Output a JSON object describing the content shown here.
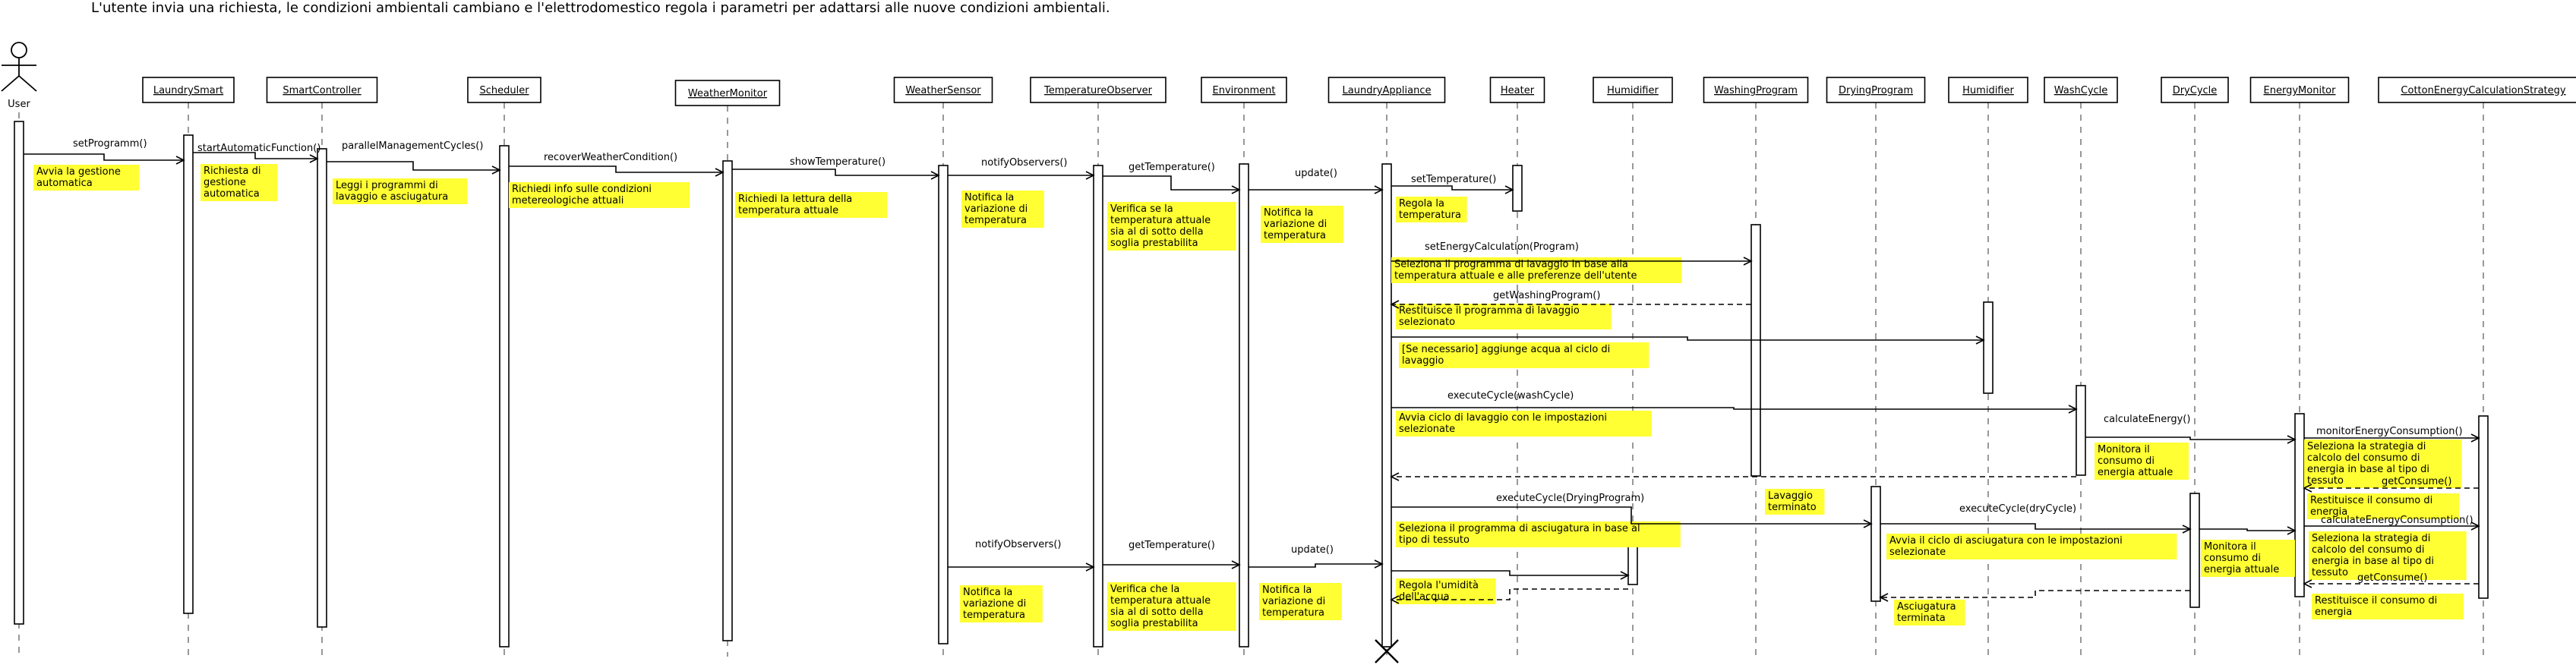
{
  "title": "L'utente invia una richiesta, le condizioni ambientali cambiano e l'elettrodomestico regola i parametri per adattarsi alle nuove condizioni ambientali.",
  "participants": [
    {
      "id": "user",
      "label": "User",
      "actor": true
    },
    {
      "id": "laundrysmart",
      "label": "LaundrySmart"
    },
    {
      "id": "smartcontroller",
      "label": "SmartController"
    },
    {
      "id": "scheduler",
      "label": "Scheduler"
    },
    {
      "id": "weathermonitor",
      "label": "WeatherMonitor"
    },
    {
      "id": "weathersensor",
      "label": "WeatherSensor"
    },
    {
      "id": "temperatureobserver",
      "label": "TemperatureObserver"
    },
    {
      "id": "environment",
      "label": "Environment"
    },
    {
      "id": "laundryappliance",
      "label": "LaundryAppliance"
    },
    {
      "id": "heater",
      "label": "Heater"
    },
    {
      "id": "humidifier1",
      "label": "Humidifier"
    },
    {
      "id": "washingprogram",
      "label": "WashingProgram"
    },
    {
      "id": "dryingprogram",
      "label": "DryingProgram"
    },
    {
      "id": "humidifier2",
      "label": "Humidifier"
    },
    {
      "id": "washcycle",
      "label": "WashCycle"
    },
    {
      "id": "drycycle",
      "label": "DryCycle"
    },
    {
      "id": "energymonitor",
      "label": "EnergyMonitor"
    },
    {
      "id": "cottonstrategy",
      "label": "CottonEnergyCalculationStrategy"
    }
  ],
  "messages": [
    {
      "from": "user",
      "to": "laundrysmart",
      "label": "setProgramm()",
      "dashed": false
    },
    {
      "from": "laundrysmart",
      "to": "smartcontroller",
      "label": "startAutomaticFunction()",
      "dashed": false
    },
    {
      "from": "smartcontroller",
      "to": "scheduler",
      "label": "parallelManagementCycles()",
      "dashed": false
    },
    {
      "from": "scheduler",
      "to": "weathermonitor",
      "label": "recoverWeatherCondition()",
      "dashed": false
    },
    {
      "from": "weathermonitor",
      "to": "weathersensor",
      "label": "showTemperature()",
      "dashed": false
    },
    {
      "from": "weathersensor",
      "to": "temperatureobserver",
      "label": "notifyObservers()",
      "dashed": false
    },
    {
      "from": "temperatureobserver",
      "to": "environment",
      "label": "getTemperature()",
      "dashed": false
    },
    {
      "from": "environment",
      "to": "laundryappliance",
      "label": "update()",
      "dashed": false
    },
    {
      "from": "laundryappliance",
      "to": "heater",
      "label": "setTemperature()",
      "dashed": false
    },
    {
      "from": "laundryappliance",
      "to": "washingprogram",
      "label": "setEnergyCalculation(Program)",
      "dashed": false
    },
    {
      "from": "washingprogram",
      "to": "laundryappliance",
      "label": "getWashingProgram()",
      "dashed": true
    },
    {
      "from": "laundryappliance",
      "to": "humidifier2",
      "label": "",
      "dashed": false
    },
    {
      "from": "laundryappliance",
      "to": "washcycle",
      "label": "executeCycle(washCycle)",
      "dashed": false
    },
    {
      "from": "washcycle",
      "to": "energymonitor",
      "label": "calculateEnergy()",
      "dashed": false
    },
    {
      "from": "energymonitor",
      "to": "cottonstrategy",
      "label": "monitorEnergyConsumption()",
      "dashed": false
    },
    {
      "from": "cottonstrategy",
      "to": "energymonitor",
      "label": "getConsume()",
      "dashed": true
    },
    {
      "from": "washcycle",
      "to": "laundryappliance",
      "label": "",
      "dashed": true
    },
    {
      "from": "laundryappliance",
      "to": "dryingprogram",
      "label": "executeCycle(DryingProgram)",
      "dashed": false
    },
    {
      "from": "dryingprogram",
      "to": "drycycle",
      "label": "executeCycle(dryCycle)",
      "dashed": false
    },
    {
      "from": "drycycle",
      "to": "energymonitor",
      "label": "",
      "dashed": false
    },
    {
      "from": "energymonitor",
      "to": "cottonstrategy",
      "label": "calculateEnergyConsumption()",
      "dashed": false
    },
    {
      "from": "weathersensor",
      "to": "temperatureobserver",
      "label": "notifyObservers()",
      "dashed": false
    },
    {
      "from": "temperatureobserver",
      "to": "environment",
      "label": "getTemperature()",
      "dashed": false
    },
    {
      "from": "environment",
      "to": "laundryappliance",
      "label": "update()",
      "dashed": false
    },
    {
      "from": "laundryappliance",
      "to": "humidifier1",
      "label": "",
      "dashed": false
    },
    {
      "from": "cottonstrategy",
      "to": "energymonitor",
      "label": "getConsume()",
      "dashed": true
    },
    {
      "from": "drycycle",
      "to": "dryingprogram",
      "label": "",
      "dashed": true
    },
    {
      "from": "humidifier1",
      "to": "laundryappliance",
      "label": "",
      "dashed": true
    }
  ],
  "notes": [
    "Avvia la gestione automatica",
    "Richiesta di gestione automatica",
    "Leggi i programmi di lavaggio e asciugatura",
    "Richiedi info sulle condizioni metereologiche attuali",
    "Richiedi la lettura della temperatura attuale",
    "Notifica la variazione di temperatura",
    "Verifica se la temperatura attuale sia al di sotto della soglia prestabilita",
    "Notifica la variazione di temperatura",
    "Regola la temperatura",
    "Seleziona il programma di lavaggio in base alla temperatura attuale e alle preferenze dell'utente",
    "Restituisce il programma di lavaggio selezionato",
    "[Se necessario] aggiunge acqua al ciclo di lavaggio",
    "Avvia ciclo di lavaggio con le impostazioni selezionate",
    "Monitora il consumo di energia attuale",
    "Seleziona la strategia di calcolo del consumo di energia in base al tipo di tessuto",
    "Restituisce il consumo di energia",
    "Lavaggio terminato",
    "Seleziona il programma di asciugatura in base al tipo di tessuto",
    "Avvia il ciclo di asciugatura con le impostazioni selezionate",
    "Monitora il consumo di energia attuale",
    "Seleziona la strategia di calcolo del consumo di energia in base al tipo di tessuto",
    "Notifica la variazione di temperatura",
    "Verifica che la temperatura attuale sia al di sotto della soglia prestabilita",
    "Notifica la variazione di temperatura",
    "Regola l'umidità dell'acqua",
    "Asciugatura terminata",
    "Restituisce il consumo di energia"
  ]
}
